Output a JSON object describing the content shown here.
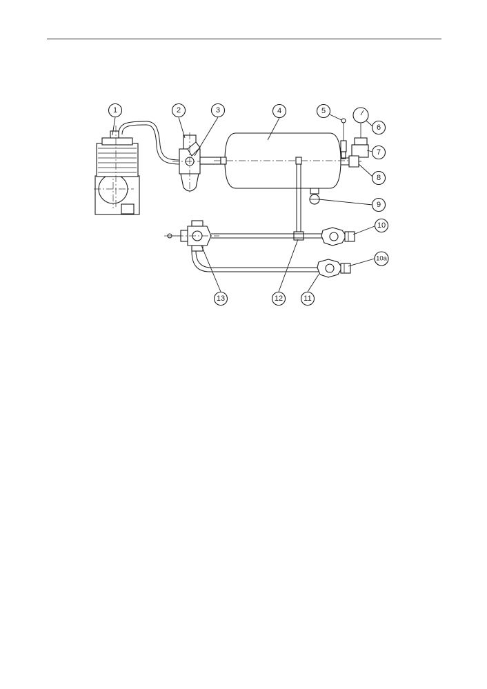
{
  "callouts": [
    {
      "id": "1",
      "label": "1"
    },
    {
      "id": "2",
      "label": "2"
    },
    {
      "id": "3",
      "label": "3"
    },
    {
      "id": "4",
      "label": "4"
    },
    {
      "id": "5",
      "label": "5"
    },
    {
      "id": "6",
      "label": "6"
    },
    {
      "id": "7",
      "label": "7"
    },
    {
      "id": "8",
      "label": "8"
    },
    {
      "id": "9",
      "label": "9"
    },
    {
      "id": "10",
      "label": "10"
    },
    {
      "id": "10a",
      "label": "10a"
    },
    {
      "id": "11",
      "label": "11"
    },
    {
      "id": "12",
      "label": "12"
    },
    {
      "id": "13",
      "label": "13"
    }
  ]
}
